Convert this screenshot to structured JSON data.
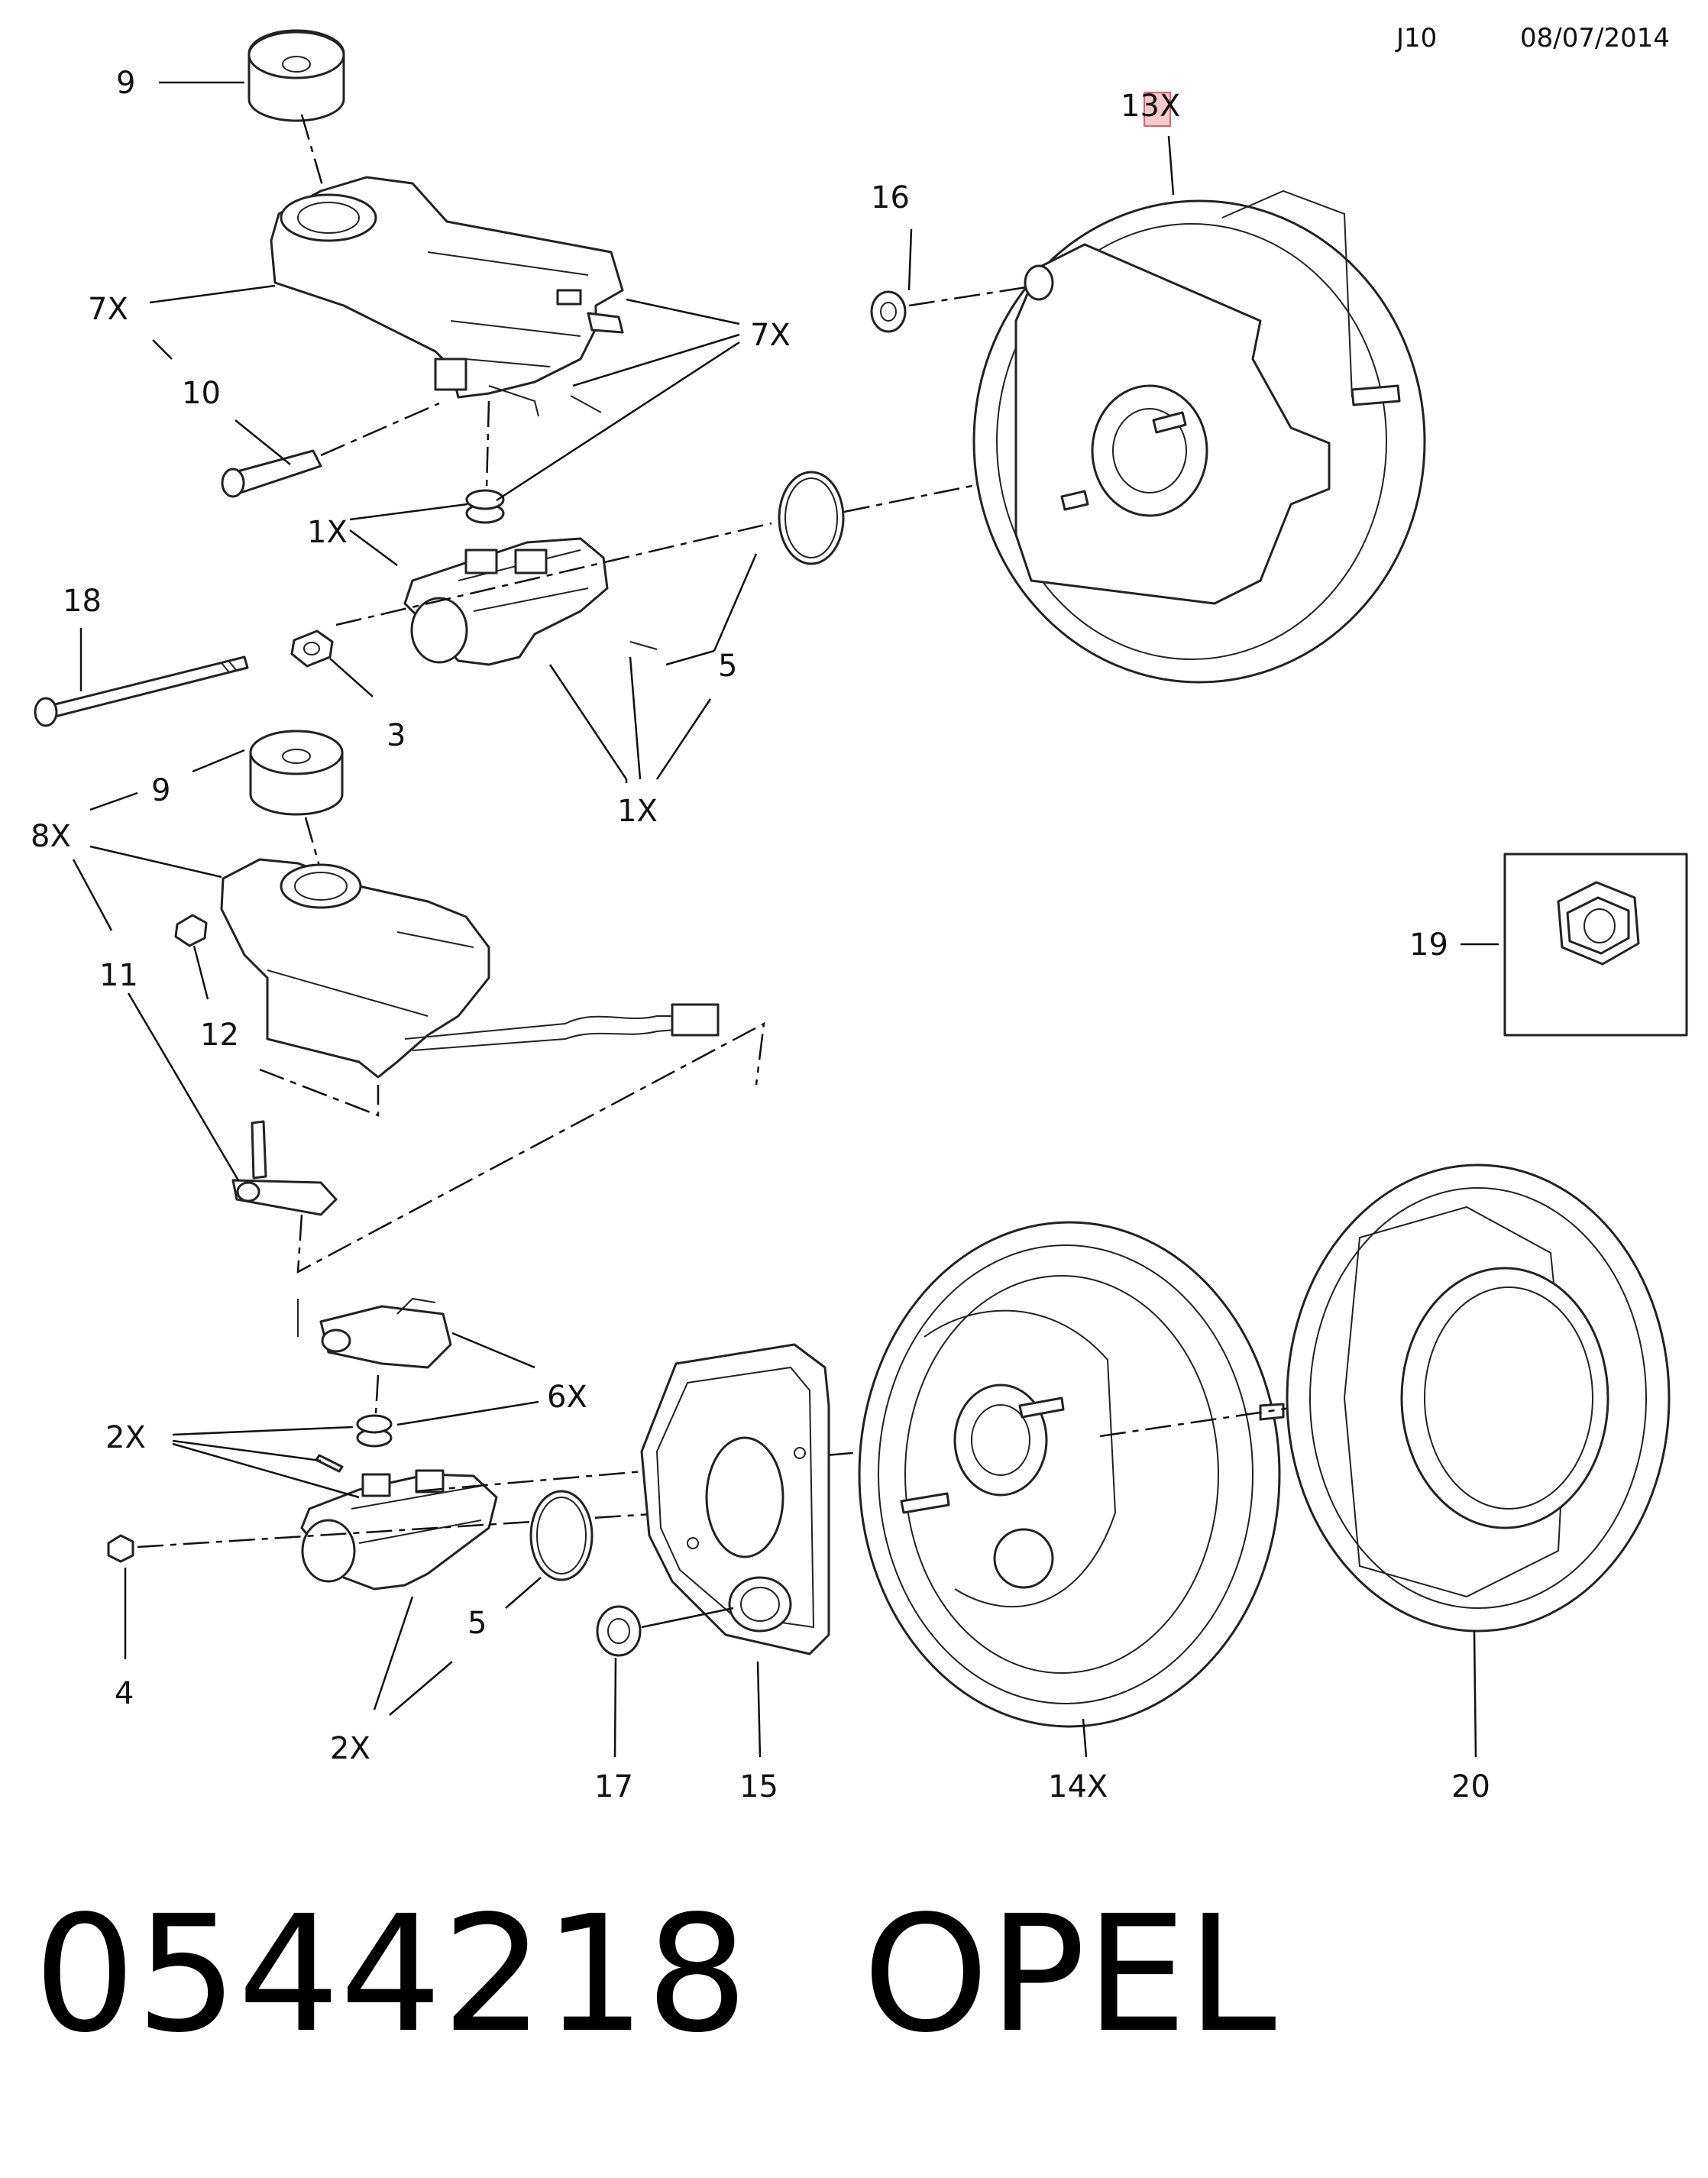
{
  "header": {
    "code": "J10",
    "date": "08/07/2014"
  },
  "footer": {
    "part_number": "0544218",
    "brand": "OPEL"
  },
  "callouts": {
    "c9_top": "9",
    "c7x_left": "7X",
    "c7x_right": "7X",
    "c10": "10",
    "c1x_top": "1X",
    "c18": "18",
    "c3": "3",
    "c5_top": "5",
    "c1x_bottom": "1X",
    "c16": "16",
    "c13x": "13X",
    "c9_mid": "9",
    "c8x": "8X",
    "c11": "11",
    "c12": "12",
    "c19": "19",
    "c6x": "6X",
    "c2x_top": "2X",
    "c4": "4",
    "c5_bottom": "5",
    "c2x_bottom": "2X",
    "c17": "17",
    "c15": "15",
    "c14x": "14X",
    "c20": "20"
  }
}
